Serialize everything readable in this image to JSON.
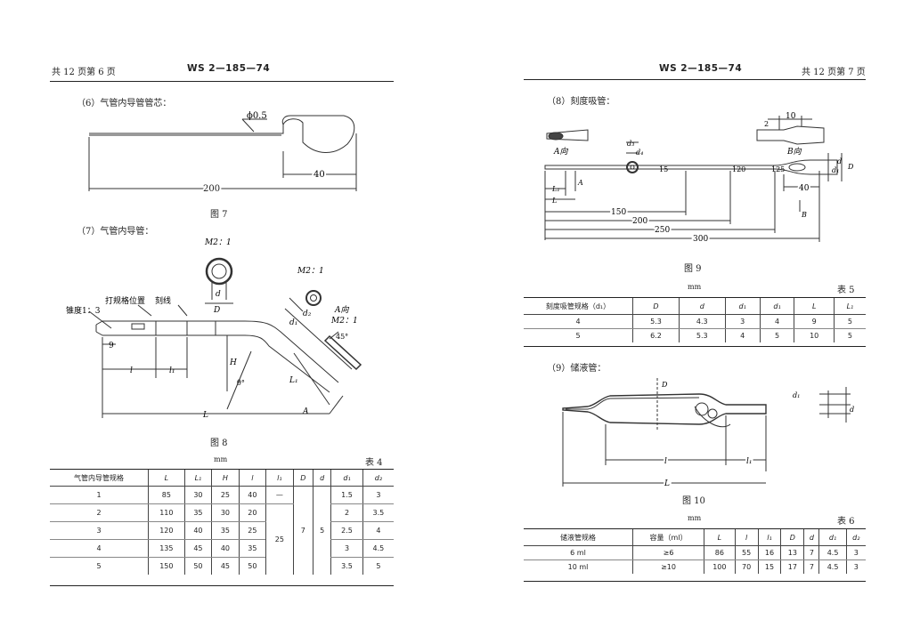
{
  "left_page": {
    "header_left": "共 12 页第 6 页",
    "header_center": "WS 2—185—74",
    "section6_title": "（6）气管内导管管芯：",
    "fig7": {
      "dim_diameter": "ϕ0.5",
      "dim_length": "200",
      "dim_loop": "40",
      "caption": "图 7"
    },
    "section7_title": "（7）气管内导管：",
    "fig8": {
      "label_taper": "锥度1：3",
      "label_mark": "打规格位置",
      "label_scale": "刻线",
      "label_m1": "M2：1",
      "label_m2": "M2：1",
      "label_a": "A向",
      "label_a_scale": "M2：1",
      "label_45": "45°",
      "label_9": "9",
      "label_l": "l",
      "label_l1": "l₁",
      "label_L": "L",
      "label_L1": "L₁",
      "label_H": "H",
      "label_D": "D",
      "label_d": "d",
      "label_d1": "d₁",
      "label_d2": "d₂",
      "label_angle": "θ°",
      "label_A": "A",
      "caption": "图 8"
    },
    "table4": {
      "unit": "mm",
      "title": "表 4",
      "headers": [
        "气管内导管规格",
        "L",
        "L₁",
        "H",
        "l",
        "l₁",
        "D",
        "d",
        "d₁",
        "d₂"
      ],
      "rows": [
        [
          "1",
          "85",
          "30",
          "25",
          "40",
          "—",
          "",
          "",
          "1.5",
          "3"
        ],
        [
          "2",
          "110",
          "35",
          "30",
          "20",
          "",
          "",
          "",
          "2",
          "3.5"
        ],
        [
          "3",
          "120",
          "40",
          "35",
          "25",
          "",
          "",
          "",
          "2.5",
          "4"
        ],
        [
          "4",
          "135",
          "45",
          "40",
          "35",
          "",
          "",
          "",
          "3",
          "4.5"
        ],
        [
          "5",
          "150",
          "50",
          "45",
          "50",
          "",
          "",
          "",
          "3.5",
          "5"
        ]
      ],
      "merged": {
        "l1": "25",
        "D": "7",
        "d": "5"
      }
    }
  },
  "right_page": {
    "header_center": "WS 2—185—74",
    "header_right": "共 12 页第 7 页",
    "section8_title": "（8）刻度吸管：",
    "fig9": {
      "label_2": "2",
      "label_10": "10",
      "label_a": "A向",
      "label_b": "B向",
      "label_d3": "d₃",
      "label_d4": "d₄",
      "label_d1": "d₁",
      "label_d": "d",
      "label_D": "D",
      "label_15": "15",
      "label_120": "120",
      "label_125": "125",
      "label_L1": "L₁",
      "label_L": "L",
      "label_A": "A",
      "label_B": "B",
      "dim_40": "40",
      "dim_150": "150",
      "dim_200": "200",
      "dim_250": "250",
      "dim_300": "300",
      "caption": "图 9"
    },
    "table5": {
      "unit": "mm",
      "title": "表 5",
      "headers": [
        "刻度吸管规格（d₁）",
        "D",
        "d",
        "d₁",
        "d₁",
        "L",
        "L₁"
      ],
      "rows": [
        [
          "4",
          "5.3",
          "4.3",
          "3",
          "4",
          "9",
          "5"
        ],
        [
          "5",
          "6.2",
          "5.3",
          "4",
          "5",
          "10",
          "5"
        ]
      ]
    },
    "section9_title": "（9）储液管：",
    "fig10": {
      "label_D": "D",
      "label_d1": "d₁",
      "label_d": "d",
      "label_l": "l",
      "label_l1": "l₁",
      "label_L": "L",
      "caption": "图 10"
    },
    "table6": {
      "unit": "mm",
      "title": "表 6",
      "headers": [
        "储液管规格",
        "容量（ml）",
        "L",
        "l",
        "l₁",
        "D",
        "d",
        "d₁",
        "d₂"
      ],
      "rows": [
        [
          "6 ml",
          "≥6",
          "86",
          "55",
          "16",
          "13",
          "7",
          "4.5",
          "3"
        ],
        [
          "10 ml",
          "≥10",
          "100",
          "70",
          "15",
          "17",
          "7",
          "4.5",
          "3"
        ]
      ]
    }
  }
}
